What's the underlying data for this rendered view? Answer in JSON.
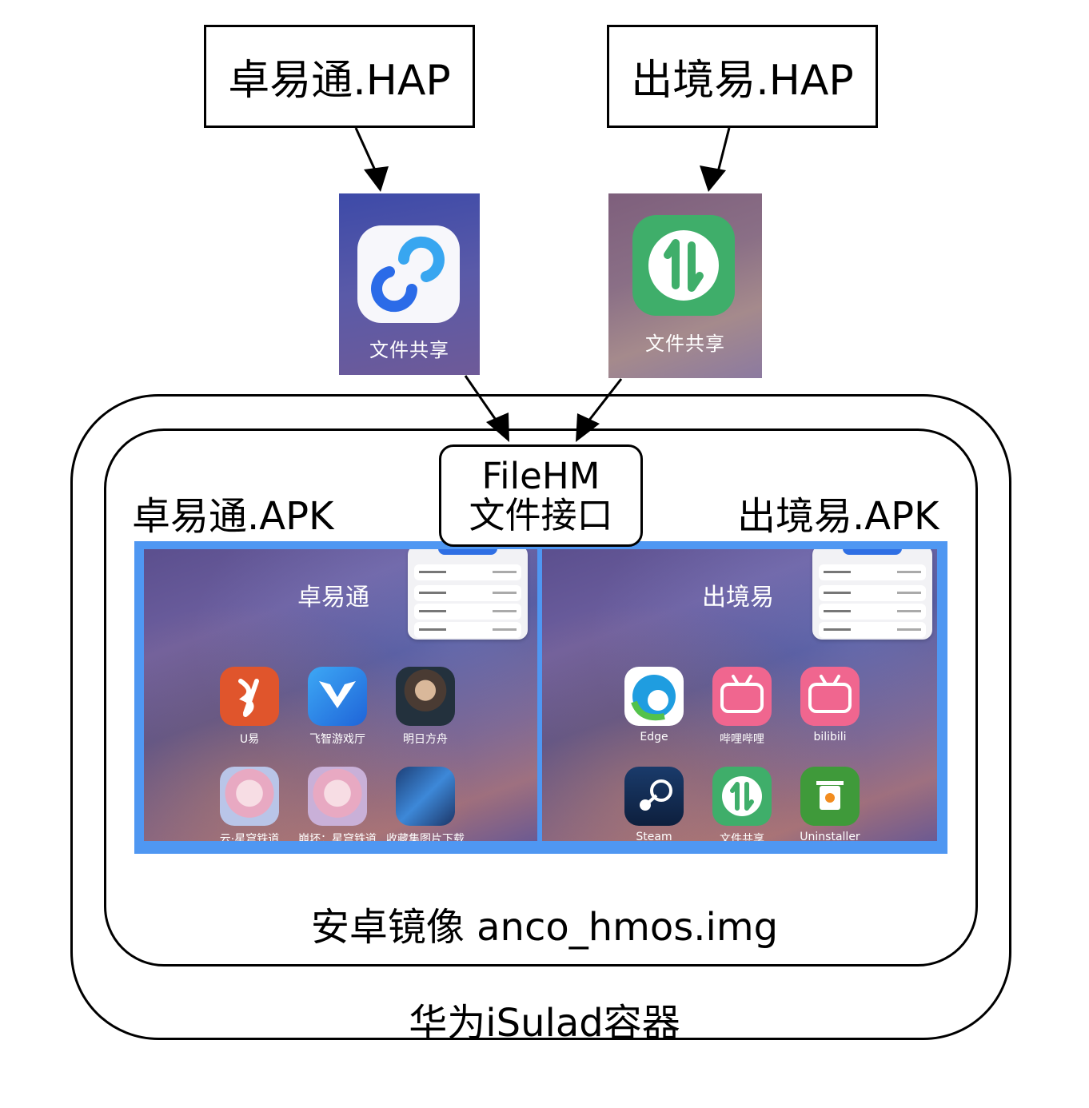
{
  "hap_boxes": {
    "left": "卓易通.HAP",
    "right": "出境易.HAP"
  },
  "hap_icons": {
    "left_caption": "文件共享",
    "right_caption": "文件共享"
  },
  "filehm": {
    "line1": "FileHM",
    "line2": "文件接口"
  },
  "apk_labels": {
    "left": "卓易通.APK",
    "right": "出境易.APK"
  },
  "screens": {
    "left": {
      "title": "卓易通",
      "apps_row1": [
        "U易",
        "飞智游戏厅",
        "明日方舟"
      ],
      "apps_row2": [
        "云·星穹铁道",
        "崩坏：星穹铁道",
        "收藏集图片下载"
      ]
    },
    "right": {
      "title": "出境易",
      "apps_row1": [
        "Edge",
        "哔哩哔哩",
        "bilibili"
      ],
      "apps_row2": [
        "Steam",
        "文件共享",
        "Uninstaller"
      ]
    }
  },
  "image_label": "安卓镜像 anco_hmos.img",
  "container_label": "华为iSulad容器",
  "colors": {
    "screen_frame": "#4f97f2",
    "stroke": "#000000"
  }
}
